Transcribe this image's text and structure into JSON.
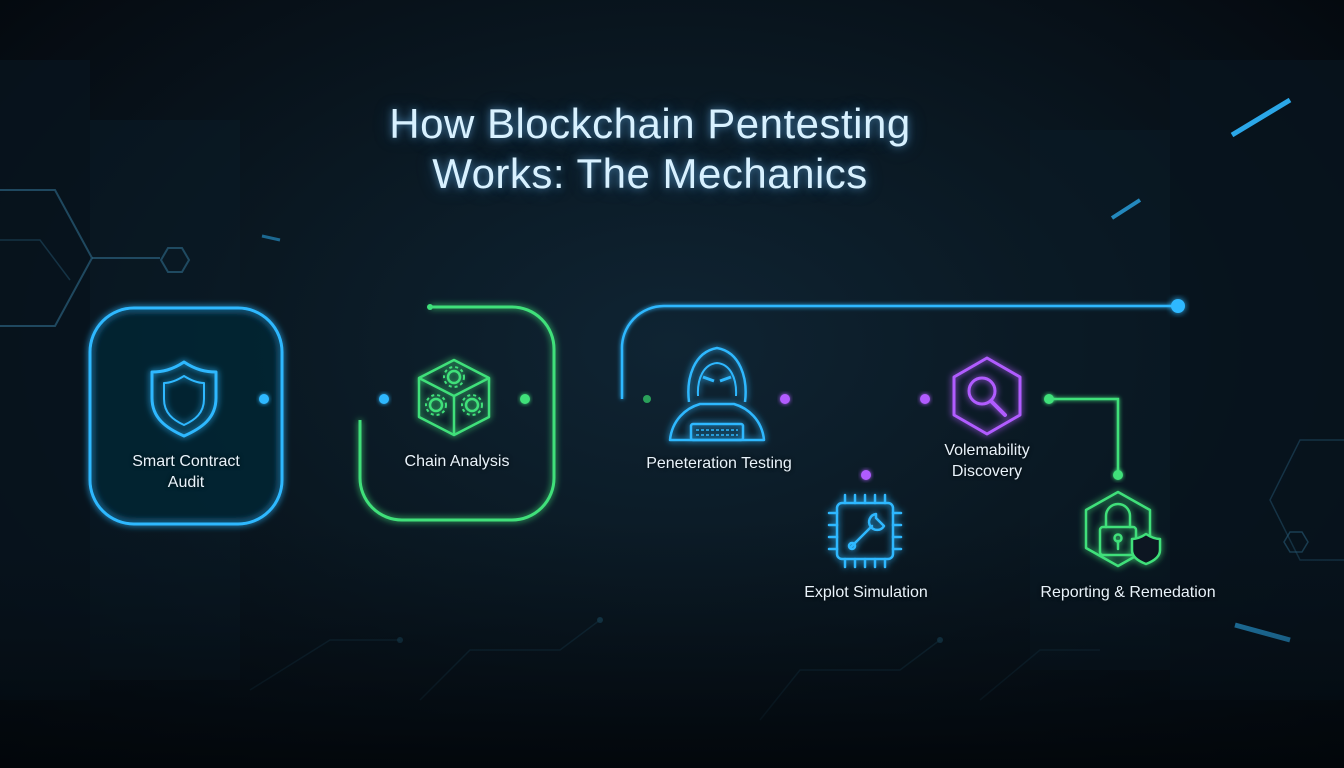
{
  "title": {
    "line1": "How Blockchain Pentesting",
    "line2": "Works: The Mechanics"
  },
  "steps": [
    {
      "id": "smart-contract-audit",
      "label_line1": "Smart Contract",
      "label_line2": "Audit",
      "icon": "shield-icon",
      "color": "#2fb8ff"
    },
    {
      "id": "chain-analysis",
      "label_line1": "Chain Analysis",
      "label_line2": "",
      "icon": "gear-cube-icon",
      "color": "#3fe07a"
    },
    {
      "id": "penetration-testing",
      "label_line1": "Peneteration Testing",
      "label_line2": "",
      "icon": "hacker-icon",
      "color": "#2fb8ff"
    },
    {
      "id": "vulnerability-discovery",
      "label_line1": "Volemability",
      "label_line2": "Discovery",
      "icon": "magnifier-icon",
      "color": "#b15cff"
    },
    {
      "id": "exploit-simulation",
      "label_line1": "Explot Simulation",
      "label_line2": "",
      "icon": "chip-wrench-icon",
      "color": "#2fb8ff"
    },
    {
      "id": "reporting-remediation",
      "label_line1": "Reporting & Remedation",
      "label_line2": "",
      "icon": "padlock-shield-icon",
      "color": "#3fe07a"
    }
  ],
  "colors": {
    "cyan": "#2fb8ff",
    "green": "#3fe07a",
    "purple": "#b15cff",
    "title": "#d8f1ff",
    "background": "#0a1822"
  }
}
